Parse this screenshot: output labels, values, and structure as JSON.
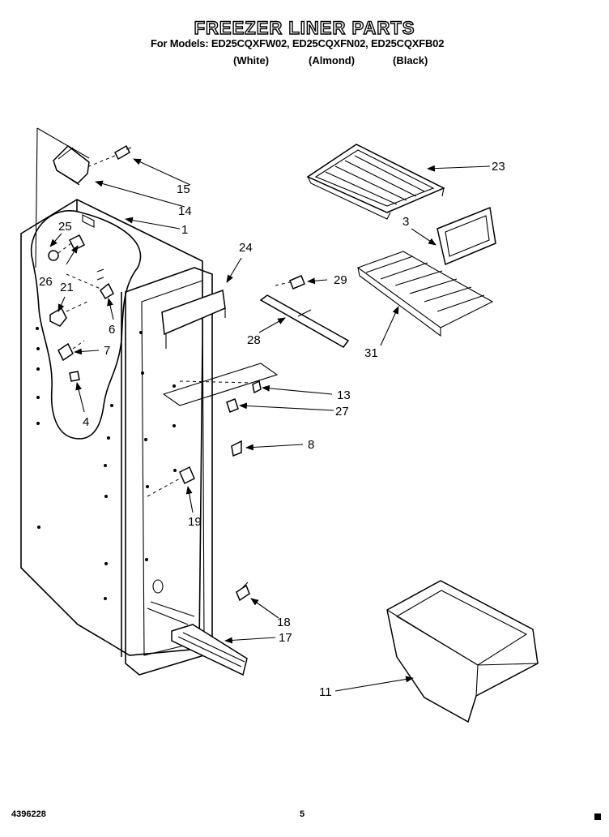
{
  "header": {
    "title": "FREEZER LINER PARTS",
    "models_line": "For Models: ED25CQXFW02, ED25CQXFN02, ED25CQXFB02",
    "colors": [
      "(White)",
      "(Almond)",
      "(Black)"
    ]
  },
  "callouts": [
    "23",
    "15",
    "14",
    "1",
    "25",
    "26",
    "21",
    "6",
    "7",
    "4",
    "24",
    "3",
    "29",
    "28",
    "31",
    "13",
    "27",
    "8",
    "19",
    "18",
    "17",
    "11"
  ],
  "footer": {
    "doc_number": "4396228",
    "page_number": "5"
  }
}
